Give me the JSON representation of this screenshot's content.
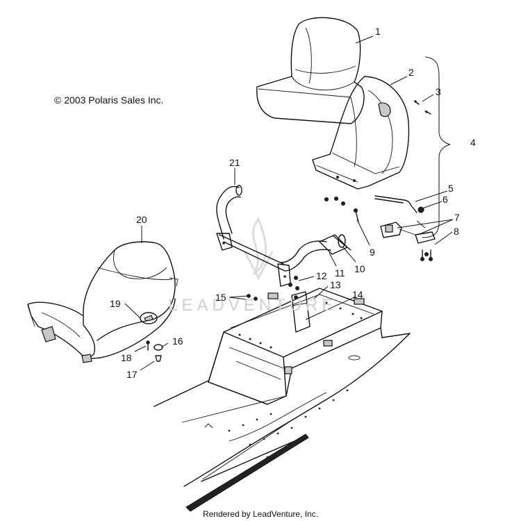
{
  "copyright": "© 2003 Polaris Sales Inc.",
  "footer": "Rendered by LeadVenture, Inc.",
  "watermark": "LEADVENTURE",
  "callouts": [
    {
      "id": "1",
      "label": "1"
    },
    {
      "id": "2",
      "label": "2"
    },
    {
      "id": "3",
      "label": "3"
    },
    {
      "id": "4",
      "label": "4"
    },
    {
      "id": "5",
      "label": "5"
    },
    {
      "id": "6",
      "label": "6"
    },
    {
      "id": "7",
      "label": "7"
    },
    {
      "id": "8",
      "label": "8"
    },
    {
      "id": "9",
      "label": "9"
    },
    {
      "id": "10",
      "label": "10"
    },
    {
      "id": "11",
      "label": "11"
    },
    {
      "id": "12",
      "label": "12"
    },
    {
      "id": "13",
      "label": "13"
    },
    {
      "id": "14",
      "label": "14"
    },
    {
      "id": "15",
      "label": "15"
    },
    {
      "id": "16",
      "label": "16"
    },
    {
      "id": "17",
      "label": "17"
    },
    {
      "id": "18",
      "label": "18"
    },
    {
      "id": "19",
      "label": "19"
    },
    {
      "id": "20",
      "label": "20"
    },
    {
      "id": "21",
      "label": "21"
    }
  ]
}
